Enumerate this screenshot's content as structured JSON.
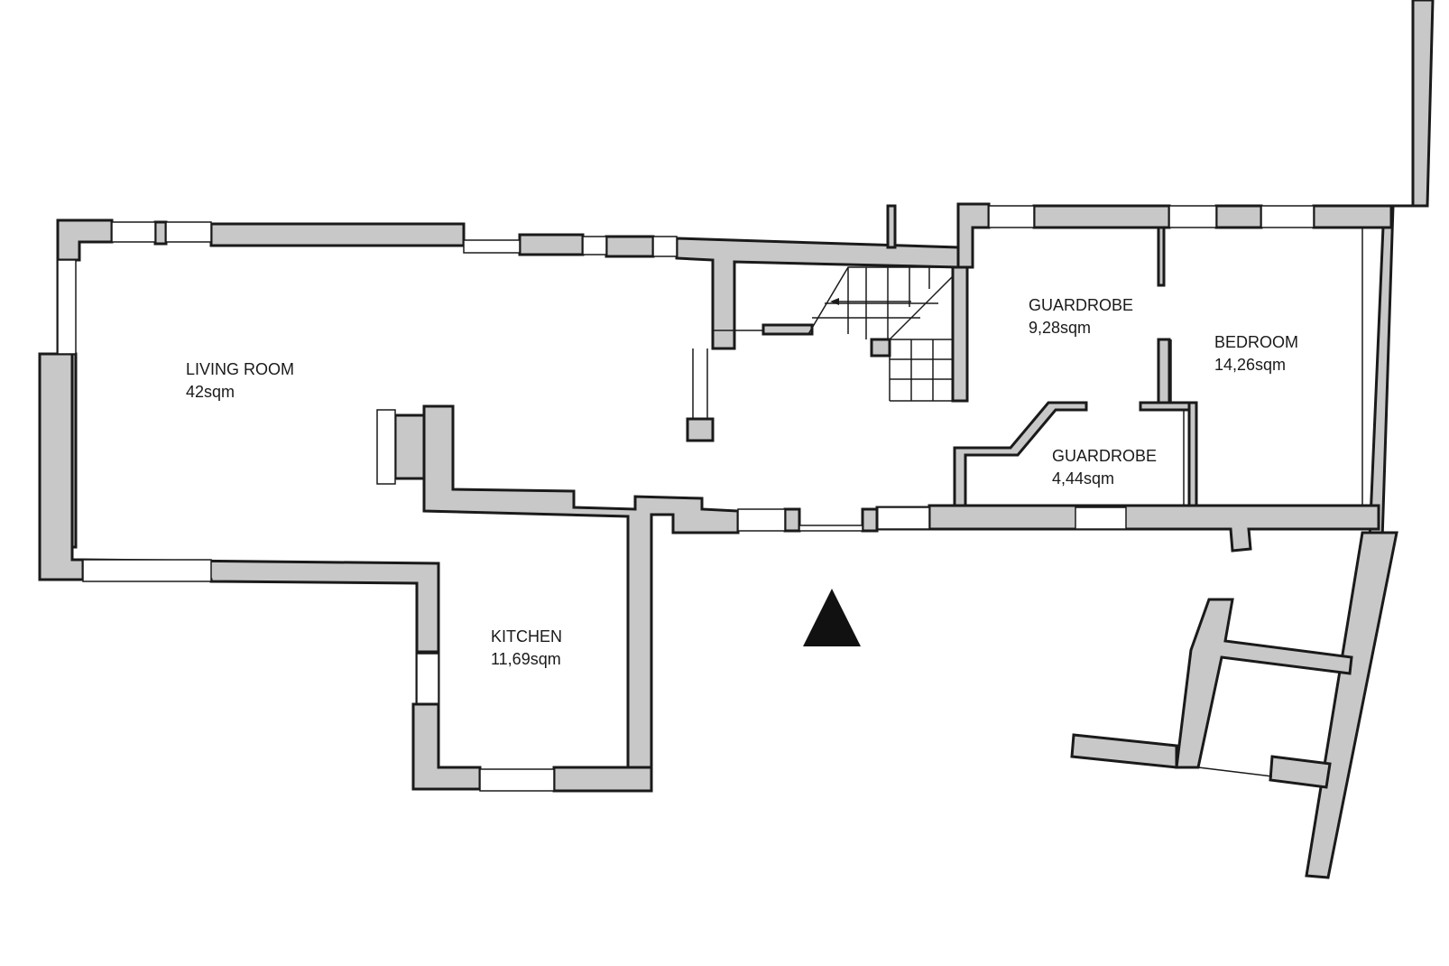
{
  "rooms": [
    {
      "name": "LIVING ROOM",
      "area": "42sqm"
    },
    {
      "name": "GUARDROBE",
      "area": "9,28sqm"
    },
    {
      "name": "BEDROOM",
      "area": "14,26sqm"
    },
    {
      "name": "GUARDROBE",
      "area": "4,44sqm"
    },
    {
      "name": "KITCHEN",
      "area": "11,69sqm"
    }
  ],
  "colors": {
    "wall_fill": "#c8c8c8",
    "wall_stroke": "#1a1a1a",
    "background": "#ffffff",
    "north_arrow": "#111111"
  },
  "icons": {
    "north_arrow": "north-arrow-icon"
  }
}
